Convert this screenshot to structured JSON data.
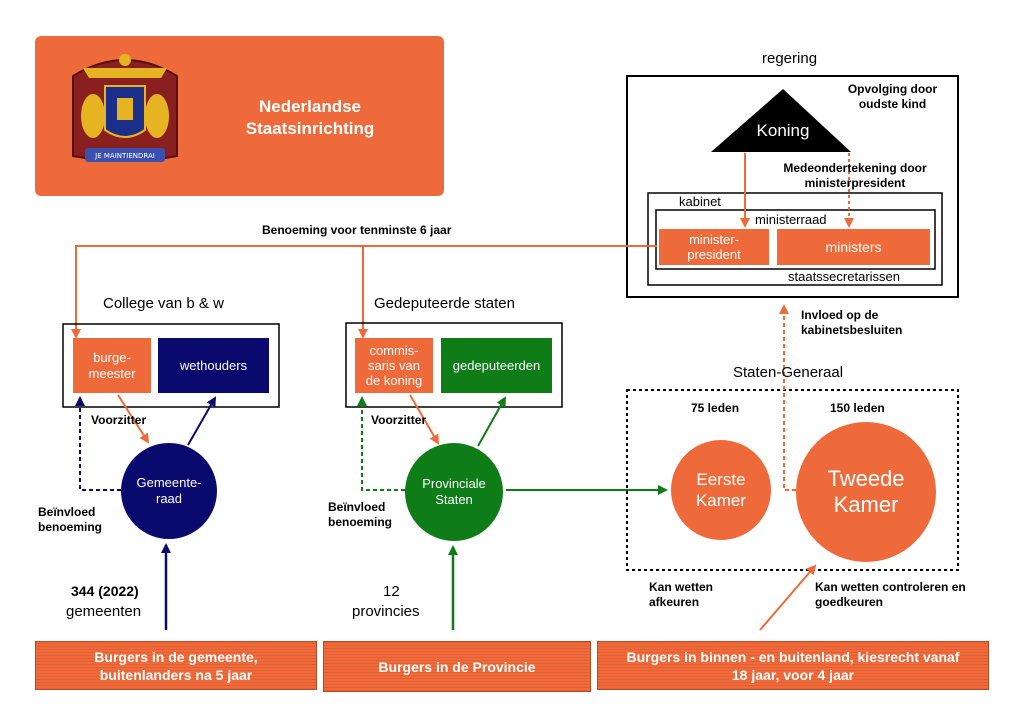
{
  "header": {
    "title_line1": "Nederlandse",
    "title_line2": "Staatsinrichting",
    "coat_of_arms_motto": "JE MAINTIENDRAI"
  },
  "regering": {
    "label": "regering",
    "koning": "Koning",
    "opvolging": "Opvolging door oudste kind",
    "medeondertekening": "Medeondertekening door ministerpresident",
    "kabinet": "kabinet",
    "ministerraad": "ministerraad",
    "minister_president": "minister-president",
    "ministers": "ministers",
    "staatssecretarissen": "staatssecretarissen"
  },
  "benoeming": "Benoeming voor tenminste 6 jaar",
  "gemeente": {
    "college_label": "College van b & w",
    "burgemeester": "burge-meester",
    "wethouders": "wethouders",
    "voorzitter": "Voorzitter",
    "beinvloed": "Beïnvloed benoeming",
    "raad": "Gemeente-raad",
    "count_bold": "344 (2022)",
    "count_label": "gemeenten",
    "burgers": "Burgers in de gemeente, buitenlanders na 5 jaar"
  },
  "provincie": {
    "gs_label": "Gedeputeerde staten",
    "commissaris": "commis-saris van de koning",
    "gedeputeerden": "gedeputeerden",
    "voorzitter": "Voorzitter",
    "beinvloed": "Beïnvloed benoeming",
    "staten": "Provinciale Staten",
    "count": "12",
    "count_label": "provincies",
    "burgers": "Burgers in de Provincie"
  },
  "staten_generaal": {
    "label": "Staten-Generaal",
    "invloed": "Invloed op de kabinetsbesluiten",
    "eerste_leden": "75 leden",
    "tweede_leden": "150 leden",
    "eerste_kamer": "Eerste Kamer",
    "tweede_kamer": "Tweede Kamer",
    "afkeuren": "Kan wetten afkeuren",
    "controleren": "Kan wetten controleren en goedkeuren",
    "burgers": "Burgers in binnen - en buitenland, kiesrecht vanaf 18 jaar, voor 4 jaar"
  },
  "colors": {
    "orange": "#ef6a3a",
    "navy": "#0a0a6e",
    "green": "#0e7d18"
  }
}
